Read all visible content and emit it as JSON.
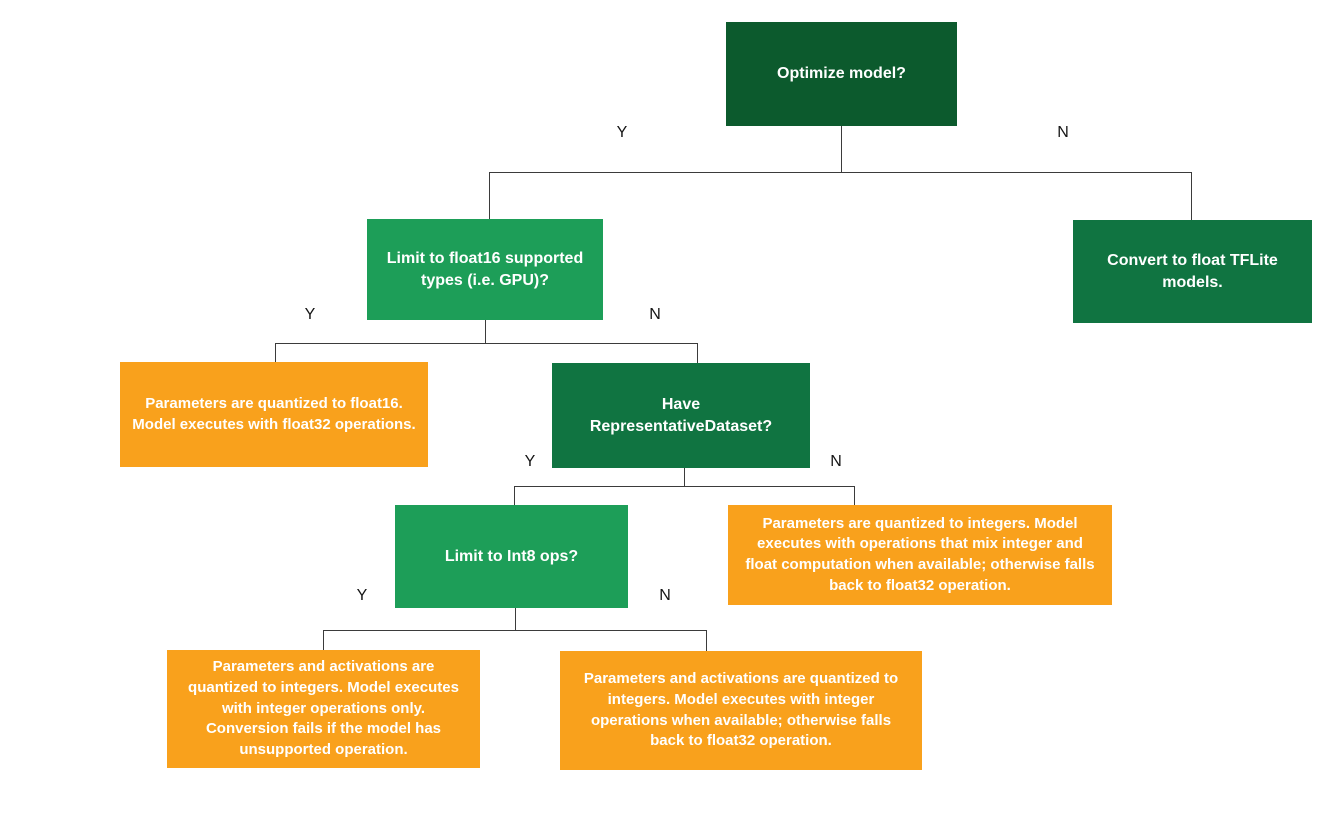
{
  "branch_labels": {
    "yes": "Y",
    "no": "N"
  },
  "colors": {
    "green_dark": "#0C5A2D",
    "green_mid": "#107441",
    "green_light": "#1D9E58",
    "orange": "#F9A11C",
    "node_text": "#FFFFFF",
    "line": "#3B3B3B",
    "background": "#FFFFFF"
  },
  "nodes": {
    "optimize": {
      "text": "Optimize model?"
    },
    "limit_float16": {
      "text": "Limit to float16 supported types (i.e. GPU)?"
    },
    "convert_float": {
      "text": "Convert to float TFLite models."
    },
    "float16_result": {
      "text": "Parameters are quantized to float16. Model executes with float32 operations."
    },
    "have_repdataset": {
      "text": "Have RepresentativeDataset?"
    },
    "limit_int8": {
      "text": "Limit to Int8 ops?"
    },
    "mixed_ops_result": {
      "text": "Parameters are quantized to integers. Model executes with operations that mix integer and float computation when available; otherwise falls back to float32 operation."
    },
    "integer_only_result": {
      "text": "Parameters and activations are quantized to integers. Model executes with integer operations only. Conversion fails if the model has unsupported operation."
    },
    "integer_fallback_result": {
      "text": "Parameters and activations are quantized to integers. Model executes with integer operations when available; otherwise falls back to float32 operation."
    }
  }
}
